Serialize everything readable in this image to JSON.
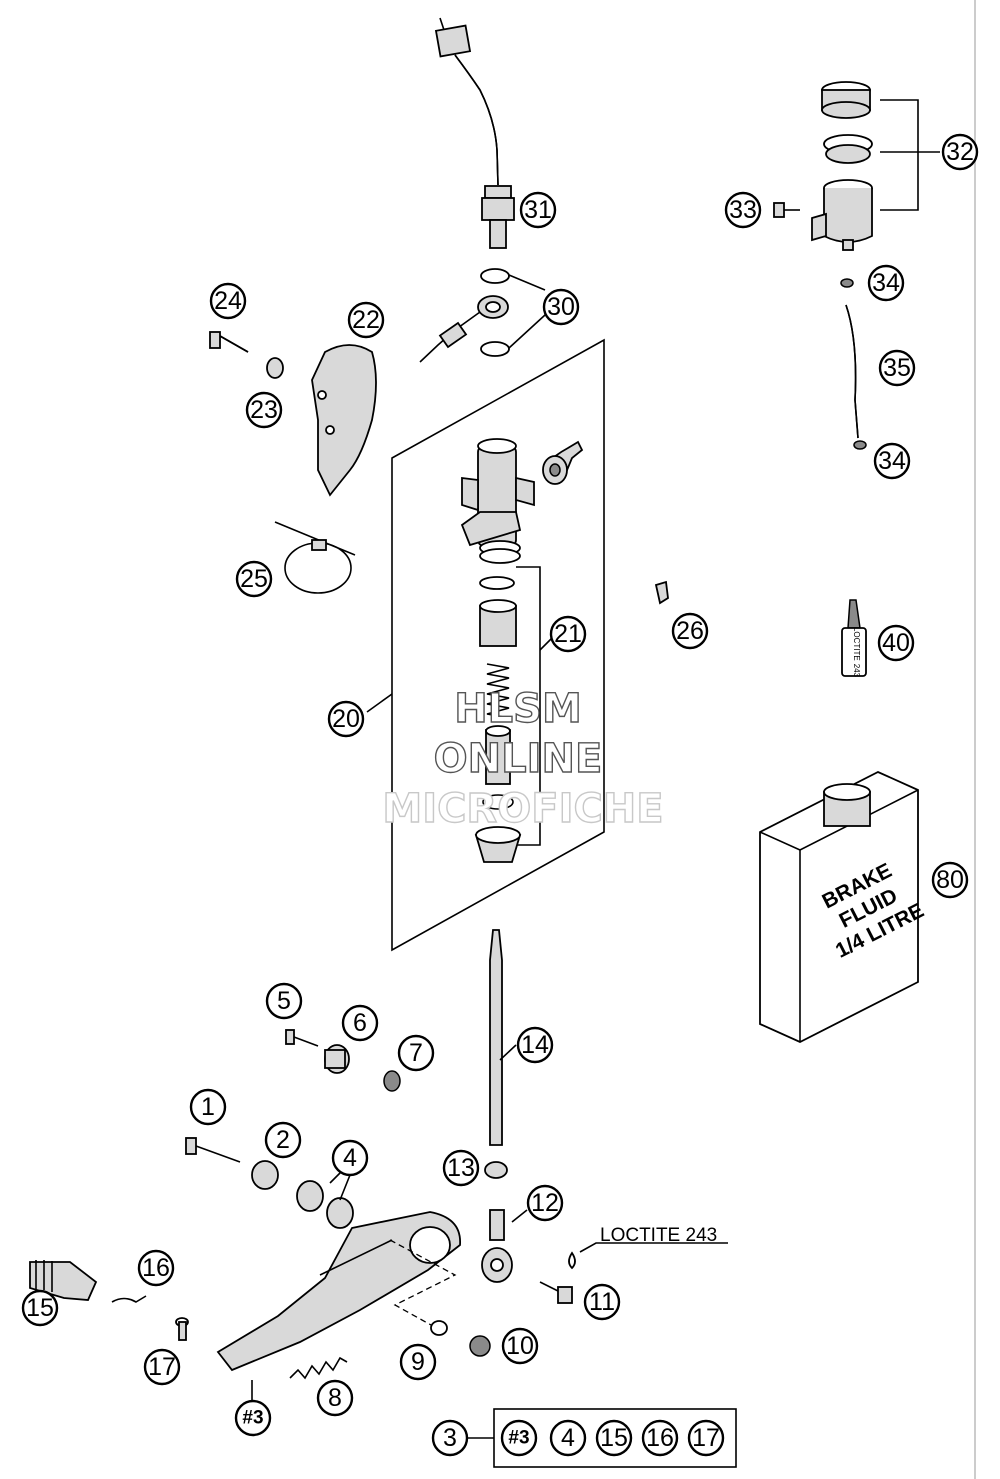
{
  "diagram": {
    "callouts": [
      "1",
      "2",
      "3",
      "4",
      "5",
      "6",
      "7",
      "8",
      "9",
      "10",
      "11",
      "12",
      "13",
      "14",
      "15",
      "16",
      "17",
      "20",
      "21",
      "22",
      "23",
      "24",
      "25",
      "26",
      "30",
      "31",
      "32",
      "33",
      "34",
      "34",
      "35",
      "40",
      "80",
      "#3"
    ],
    "kit": {
      "label": "3",
      "contents": [
        "#3",
        "4",
        "15",
        "16",
        "17"
      ]
    },
    "loctite_note": "LOCTITE 243",
    "brake_fluid_can": [
      "BRAKE",
      "FLUID",
      "1/4 LITRE"
    ],
    "loctite_bottle_label": [
      "LOCTITE",
      "243"
    ],
    "watermark": [
      "HLSM",
      "ONLINE",
      "MICROFICHE"
    ]
  }
}
